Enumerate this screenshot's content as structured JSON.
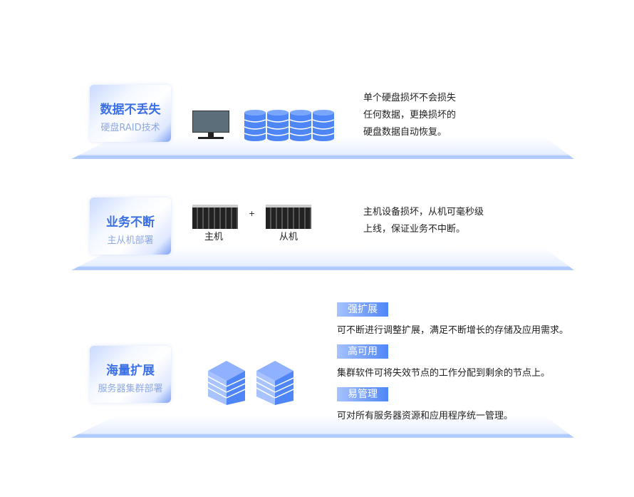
{
  "sections": [
    {
      "title": "数据不丢失",
      "subtitle": "硬盘RAID技术",
      "desc": [
        "单个硬盘损坏不会损失",
        "任何数据，更换损坏的",
        "硬盘数据自动恢复。"
      ],
      "icons": [
        "monitor-icon",
        "database-icon"
      ]
    },
    {
      "title": "业务不断",
      "subtitle": "主从机部署",
      "desc": [
        "主机设备损坏，从机可毫秒级",
        "上线，保证业务不中断。"
      ],
      "master_label": "主机",
      "slave_label": "从机",
      "plus": "+"
    },
    {
      "title": "海量扩展",
      "subtitle": "服务器集群部署",
      "features": [
        {
          "tag": "强扩展",
          "text": "可不断进行调整扩展，满足不断增长的存储及应用需求。"
        },
        {
          "tag": "高可用",
          "text": "集群软件可将失效节点的工作分配到剩余的节点上。"
        },
        {
          "tag": "易管理",
          "text": "可对所有服务器资源和应用程序统一管理。"
        }
      ]
    }
  ],
  "colors": {
    "accent": "#3a6fe6",
    "tag": "#4f86f7"
  }
}
